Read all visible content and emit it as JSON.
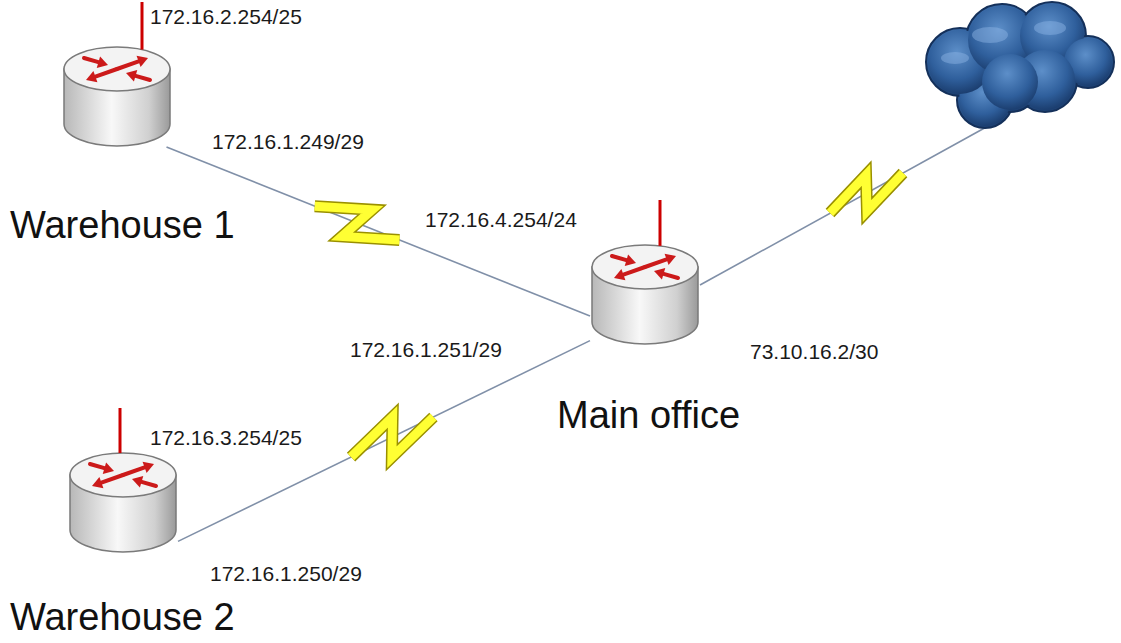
{
  "diagram": {
    "nodes": [
      {
        "text": [
          "Warehouse 1"
        ]
      },
      {
        "text": [
          "Main office"
        ]
      },
      {
        "text": [
          "Warehouse 2"
        ]
      }
    ],
    "edges": [
      {
        "from": 0,
        "to": 1,
        "arrow": "none"
      },
      {
        "from": 2,
        "to": 1,
        "arrow": "none"
      }
    ],
    "labels": [
      "172.16.2.254/25",
      "172.16.1.249/29",
      "172.16.4.254/24",
      "172.16.1.251/29",
      "73.10.16.2/30",
      "172.16.3.254/25",
      "172.16.1.250/29"
    ]
  }
}
